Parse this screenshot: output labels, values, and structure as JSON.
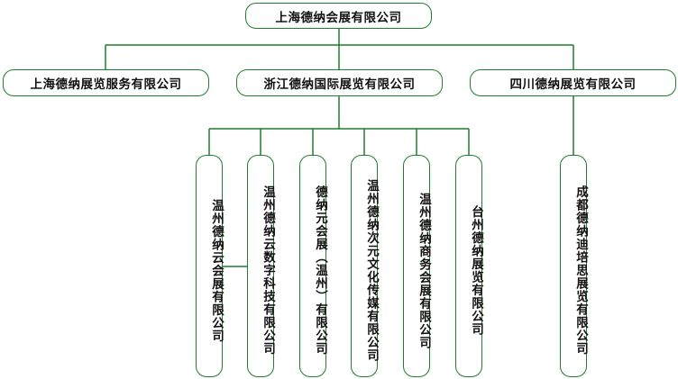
{
  "root": {
    "label": "上海德纳会展有限公司"
  },
  "level2": [
    {
      "label": "上海德纳展览服务有限公司"
    },
    {
      "label": "浙江德纳国际展览有限公司"
    },
    {
      "label": "四川德纳展览有限公司"
    }
  ],
  "zhejiang_subs": [
    {
      "label": "温州德纳云会展有限公司"
    },
    {
      "label": "温州德纳云数字科技有限公司"
    },
    {
      "label": "德纳元会展（温州）有限公司"
    },
    {
      "label": "温州德纳次元文化传媒有限公司"
    },
    {
      "label": "温州德纳商务会展有限公司"
    },
    {
      "label": "台州德纳展览有限公司"
    }
  ],
  "sichuan_subs": [
    {
      "label": "成都德纳迪培思展览有限公司"
    }
  ],
  "colors": {
    "border": "#1e7d2e",
    "connector": "#1e7d2e",
    "text": "#111111"
  }
}
